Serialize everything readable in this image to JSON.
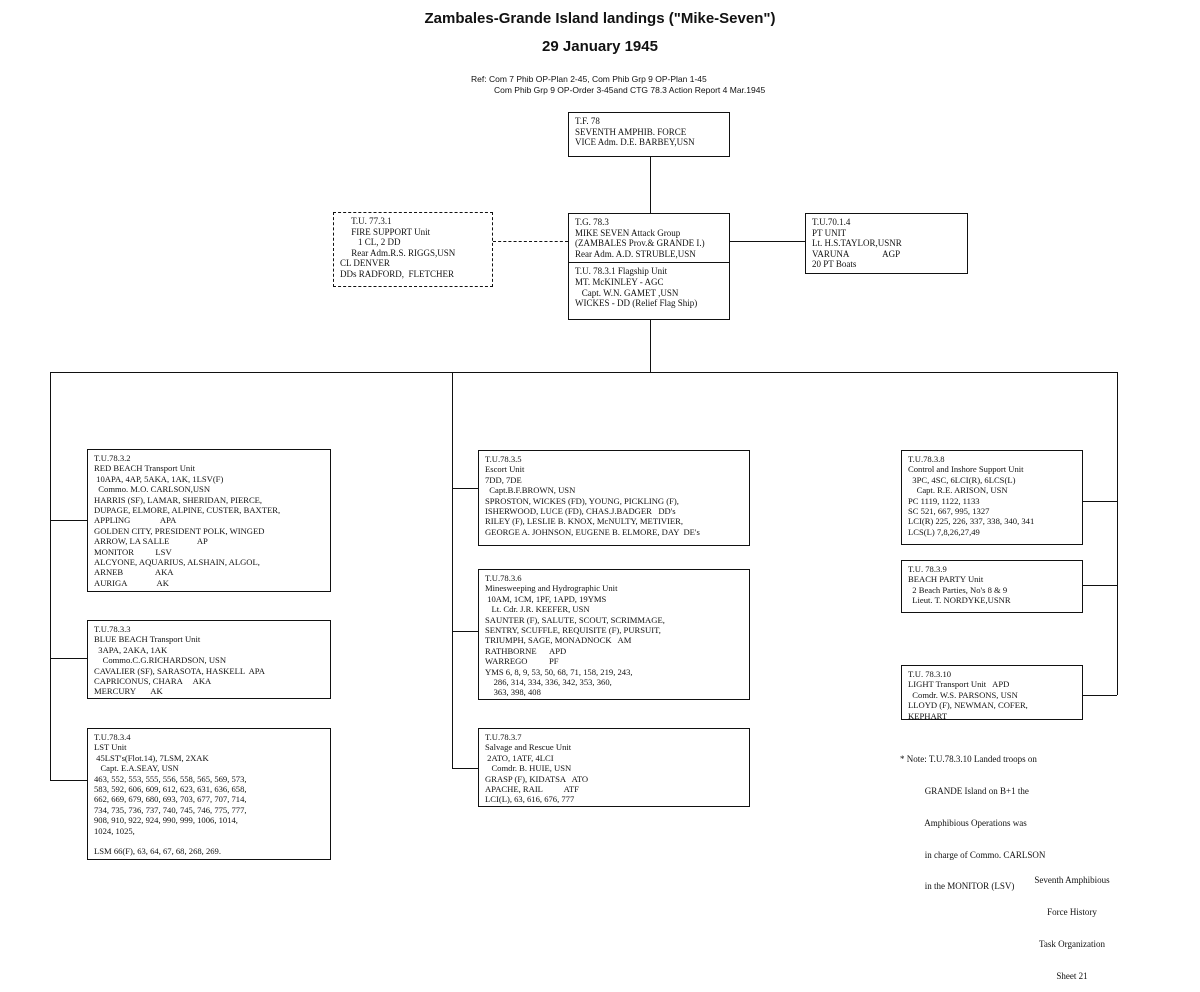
{
  "title": "Zambales-Grande Island landings (\"Mike-Seven\")",
  "date": "29 January 1945",
  "reference": {
    "line1": "Ref: Com 7 Phib OP-Plan 2-45, Com Phib Grp 9 OP-Plan 1-45",
    "line2": "Com Phib Grp 9 OP-Order 3-45and CTG 78.3 Action Report 4 Mar.1945"
  },
  "tf78": [
    "T.F. 78",
    "SEVENTH AMPHIB. FORCE",
    "VICE Adm. D.E. BARBEY,USN"
  ],
  "tg783": [
    "T.G. 78.3",
    "MIKE SEVEN Attack Group",
    "(ZAMBALES Prov.& GRANDE I.)",
    "Rear Adm. A.D. STRUBLE,USN"
  ],
  "tu7831": [
    "T.U. 78.3.1 Flagship Unit",
    "MT. McKINLEY - AGC",
    "   Capt. W.N. GAMET ,USN",
    "WICKES - DD (Relief Flag Ship)"
  ],
  "tu7731": [
    "     T.U. 77.3.1",
    "     FIRE SUPPORT Unit",
    "        1 CL, 2 DD",
    "     Rear Adm.R.S. RIGGS,USN",
    "CL DENVER",
    "DDs RADFORD,  FLETCHER"
  ],
  "tu70014": [
    "T.U.70.1.4",
    "PT UNIT",
    "Lt. H.S.TAYLOR,USNR",
    "VARUNA               AGP",
    "20 PT Boats"
  ],
  "tu7832": [
    "T.U.78.3.2",
    "RED BEACH Transport Unit",
    " 10APA, 4AP, 5AKA, 1AK, 1LSV(F)",
    "  Commo. M.O. CARLSON,USN",
    "HARRIS (SF), LAMAR, SHERIDAN, PIERCE,",
    "DUPAGE, ELMORE, ALPINE, CUSTER, BAXTER,",
    "APPLING              APA",
    "GOLDEN CITY, PRESIDENT POLK, WINGED",
    "ARROW, LA SALLE             AP",
    "MONITOR          LSV",
    "ALCYONE, AQUARIUS, ALSHAIN, ALGOL,",
    "ARNEB               AKA",
    "AURIGA              AK"
  ],
  "tu7833": [
    "T.U.78.3.3",
    "BLUE BEACH Transport Unit",
    "  3APA, 2AKA, 1AK",
    "    Commo.C.G.RICHARDSON, USN",
    "CAVALIER (SF), SARASOTA, HASKELL  APA",
    "CAPRICONUS, CHARA     AKA",
    "MERCURY       AK"
  ],
  "tu7834": [
    "T.U.78.3.4",
    "LST Unit",
    " 45LST's(Flot.14), 7LSM, 2XAK",
    "   Capt. E.A.SEAY, USN",
    "463, 552, 553, 555, 556, 558, 565, 569, 573,",
    "583, 592, 606, 609, 612, 623, 631, 636, 658,",
    "662, 669, 679, 680, 693, 703, 677, 707, 714,",
    "734, 735, 736, 737, 740, 745, 746, 775, 777,",
    "908, 910, 922, 924, 990, 999, 1006, 1014,",
    "1024, 1025,",
    "",
    "LSM 66(F), 63, 64, 67, 68, 268, 269."
  ],
  "tu7835": [
    "T.U.78.3.5",
    "Escort Unit",
    "7DD, 7DE",
    "  Capt.B.F.BROWN, USN",
    "SPROSTON, WICKES (FD), YOUNG, PICKLING (F),",
    "ISHERWOOD, LUCE (FD), CHAS.J.BADGER   DD's",
    "RILEY (F), LESLIE B. KNOX, McNULTY, METIVIER,",
    "GEORGE A. JOHNSON, EUGENE B. ELMORE, DAY  DE's"
  ],
  "tu7836": [
    "T.U.78.3.6",
    "Minesweeping and Hydrographic Unit",
    " 10AM, 1CM, 1PF, 1APD, 19YMS",
    "   Lt. Cdr. J.R. KEEFER, USN",
    "SAUNTER (F), SALUTE, SCOUT, SCRIMMAGE,",
    "SENTRY, SCUFFLE, REQUISITE (F), PURSUIT,",
    "TRIUMPH, SAGE, MONADNOCK   AM",
    "RATHBORNE      APD",
    "WARREGO          PF",
    "YMS 6, 8, 9, 53, 50, 68, 71, 158, 219, 243,",
    "    286, 314, 334, 336, 342, 353, 360,",
    "    363, 398, 408"
  ],
  "tu7837": [
    "T.U.78.3.7",
    "Salvage and Rescue Unit",
    " 2ATO, 1ATF, 4LCI",
    "   Comdr. B. HUIE, USN",
    "GRASP (F), KIDATSA   ATO",
    "APACHE, RAIL          ATF",
    "LCI(L), 63, 616, 676, 777"
  ],
  "tu7838": [
    "T.U.78.3.8",
    "Control and Inshore Support Unit",
    "  3PC, 4SC, 6LCI(R), 6LCS(L)",
    "    Capt. R.E. ARISON, USN",
    "PC 1119, 1122, 1133",
    "SC 521, 667, 995, 1327",
    "LCI(R) 225, 226, 337, 338, 340, 341",
    "LCS(L) 7,8,26,27,49"
  ],
  "tu7839": [
    "T.U. 78.3.9",
    "BEACH PARTY Unit",
    "  2 Beach Parties, No's 8 & 9",
    "  Lieut. T. NORDYKE,USNR"
  ],
  "tu78310": [
    "T.U. 78.3.10",
    "LIGHT Transport Unit   APD",
    "  Comdr. W.S. PARSONS, USN",
    "LLOYD (F), NEWMAN, COFER,",
    "KEPHART"
  ],
  "note": [
    "* Note: T.U.78.3.10 Landed troops on",
    "           GRANDE Island on B+1 the",
    "           Amphibious Operations was",
    "           in charge of Commo. CARLSON",
    "           in the MONITOR (LSV)"
  ],
  "footer": [
    "Seventh Amphibious",
    "Force History",
    "Task Organization",
    "Sheet 21"
  ]
}
